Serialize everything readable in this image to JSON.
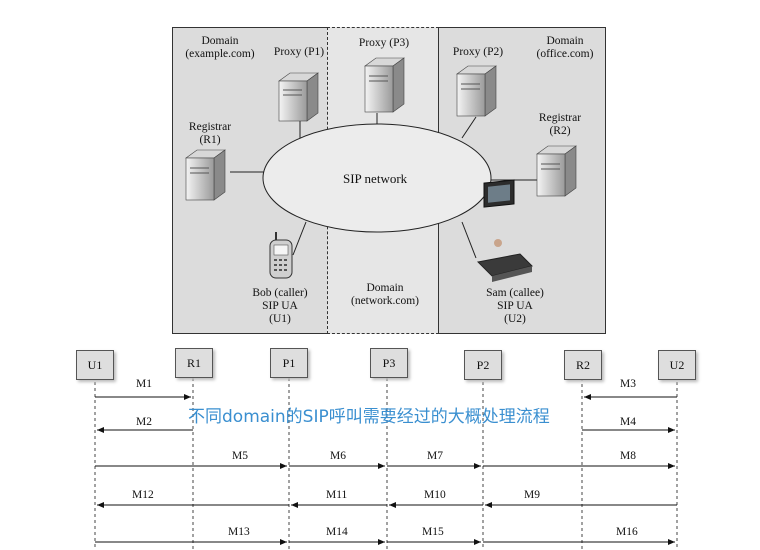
{
  "domains": {
    "left_name": "Domain",
    "left_sub": "(example.com)",
    "right_name": "Domain",
    "right_sub": "(office.com)",
    "bottom_name": "Domain",
    "bottom_sub": "(network.com)"
  },
  "servers": {
    "p1": "Proxy (P1)",
    "p3": "Proxy (P3)",
    "p2": "Proxy (P2)",
    "r1_a": "Registrar",
    "r1_b": "(R1)",
    "r2_a": "Registrar",
    "r2_b": "(R2)"
  },
  "network_label": "SIP network",
  "bob": {
    "line1": "Bob (caller)",
    "line2": "SIP UA",
    "line3": "(U1)"
  },
  "sam": {
    "line1": "Sam (callee)",
    "line2": "SIP UA",
    "line3": "(U2)"
  },
  "lanes": [
    "U1",
    "R1",
    "P1",
    "P3",
    "P2",
    "R2",
    "U2"
  ],
  "messages": [
    "M1",
    "M2",
    "M3",
    "M4",
    "M5",
    "M6",
    "M7",
    "M8",
    "M9",
    "M10",
    "M11",
    "M12",
    "M13",
    "M14",
    "M15",
    "M16"
  ],
  "overlay_text": "不同domain的SIP呼叫需要经过的大概处理流程"
}
